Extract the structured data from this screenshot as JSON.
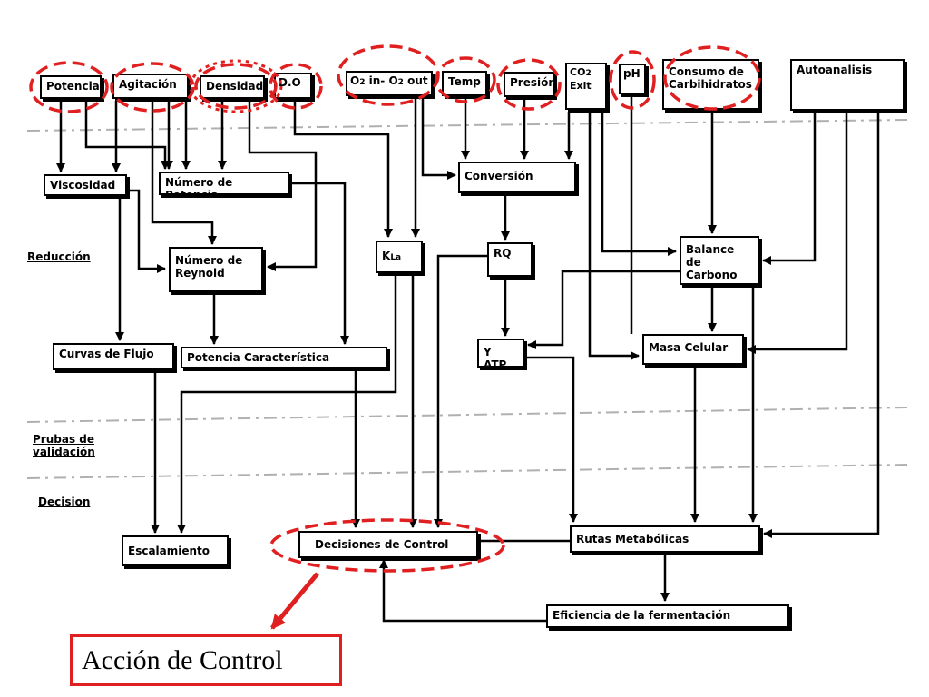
{
  "top_row": {
    "potencia": "Potencia",
    "agitacion": "Agitación",
    "densidad": "Densidad",
    "do": "D.O",
    "o2_a": "O",
    "o2_a_sub": "2",
    "o2_mid": " in- O",
    "o2_b_sub": "2",
    "o2_out": " out",
    "temp": "Temp",
    "presion": "Presión",
    "co2": "CO",
    "co2_sub": "2",
    "co2_exit": "Exit",
    "ph": "pH",
    "consumo": "Consumo de Carbihidratos",
    "autoanalisis": "Autoanalisis"
  },
  "boxes": {
    "viscosidad": "Viscosidad",
    "numero_potencia": "Número de Potencia",
    "conversion": "Conversión",
    "numero_reynold": "Número de Reynold",
    "kla_k": "K",
    "kla_sub": "La",
    "rq": "RQ",
    "balance_carbono": "Balance de Carbono",
    "curvas_flujo": "Curvas de Flujo",
    "potencia_caracteristica": "Potencia Característica",
    "y_atp": "Y ATP",
    "masa_celular": "Masa Celular",
    "escalamiento": "Escalamiento",
    "decisiones_control": "Decisiones de Control",
    "rutas_metabolicas": "Rutas Metabólicas",
    "eficiencia": "Eficiencia de la fermentación"
  },
  "side_labels": {
    "reduccion": "Reducción",
    "pruebas": "Prubas de validación",
    "decision": "Decision"
  },
  "action_label": "Acción de Control",
  "colors": {
    "highlight": "#e02020",
    "line": "#000000",
    "divider": "#b0b0b0"
  }
}
